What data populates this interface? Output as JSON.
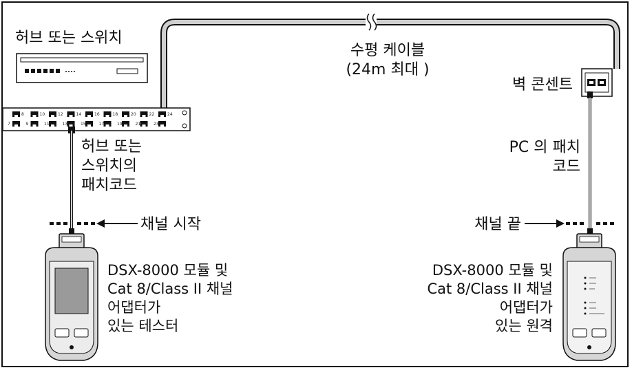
{
  "labels": {
    "hub_title": "허브 또는 스위치",
    "horizontal_cable": [
      "수평 케이블",
      "(24m 최대 )"
    ],
    "wall_outlet": "벽 콘센트",
    "hub_patch": [
      "허브 또는",
      "스위치의",
      "패치코드"
    ],
    "pc_patch": [
      "PC 의 패치",
      "코드"
    ],
    "channel_start": "채널 시작",
    "channel_end": "채널 끝",
    "tester": [
      "DSX-8000 모듈 및",
      "Cat 8/Class II 채널",
      "어댑터가",
      "있는 테스터"
    ],
    "remote": [
      "DSX-8000 모듈 및",
      "Cat 8/Class II 채널",
      "어댑터가",
      "있는 원격"
    ]
  },
  "patch_panel": {
    "ports_top": [
      "8",
      "10",
      "12",
      "14",
      "16",
      "18",
      "20",
      "22",
      "24"
    ],
    "ports_bottom": [
      "7",
      "9",
      "11",
      "13",
      "15",
      "17",
      "19",
      "21",
      "23"
    ]
  },
  "colors": {
    "outline": "#111111",
    "cable_fill": "#cfcfcf",
    "device_gray": "#d6d6d6",
    "screen_gray": "#9a9a9a"
  }
}
